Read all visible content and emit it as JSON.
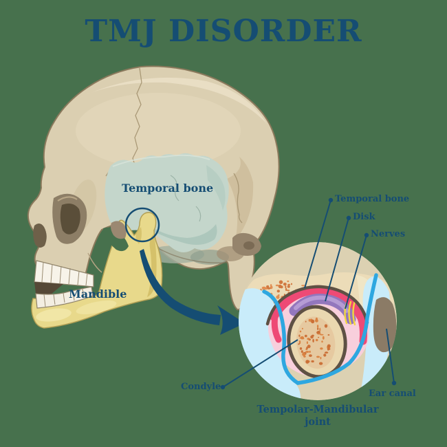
{
  "title": "TMJ DISORDER",
  "palette": {
    "background": "#47714d",
    "text_blue": "#154d73",
    "skull_bone": "#dbcfb1",
    "temporal_region_blue": "#c4d6cb",
    "mandible_yellow": "#e8d98b",
    "inset_background": "#dcd1b2",
    "spongy_bone_speckle": "#e08a4e",
    "disk_purple": "#9377bd",
    "nerve_yellow": "#f1d83e",
    "capsule_pink": "#f8cfdc",
    "capsule_magenta": "#ee4a75",
    "synovial_blue": "#c9ecfa",
    "capsule_outline_cyan": "#2ea7e0",
    "ear_canal_brown": "#8b7b66"
  },
  "skull_labels": {
    "temporal_bone": "Temporal bone",
    "mandible": "Mandible"
  },
  "inset_labels": {
    "temporal_bone": "Temporal bone",
    "disk": "Disk",
    "nerves": "Nerves",
    "condyle": "Condyle",
    "ear_canal": "Ear canal",
    "joint_line1": "Tempolar-Mandibular",
    "joint_line2": "joint"
  }
}
